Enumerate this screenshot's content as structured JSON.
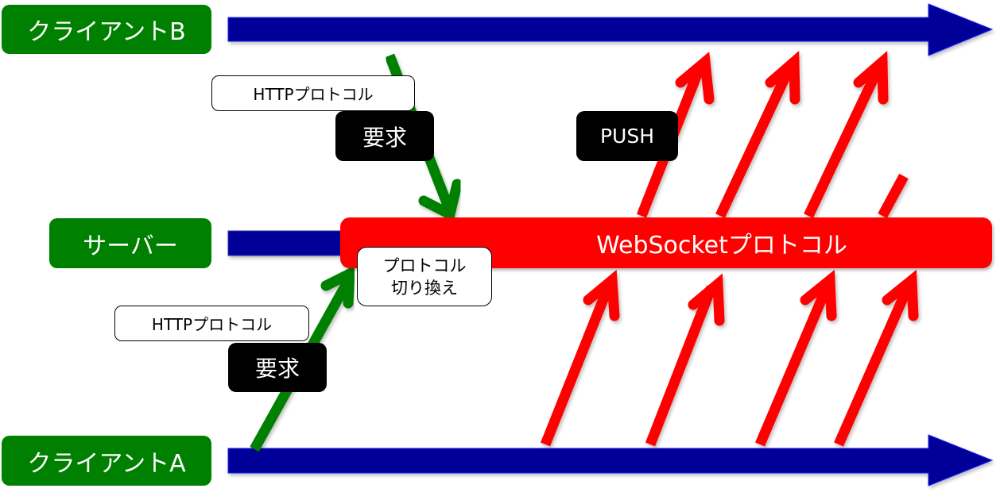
{
  "nodes": {
    "client_b": "クライアントB",
    "server": "サーバー",
    "client_a": "クライアントA"
  },
  "labels": {
    "http_top": "HTTPプロトコル",
    "request_top": "要求",
    "push": "PUSH",
    "websocket": "WebSocketプロトコル",
    "switch_line1": "プロトコル",
    "switch_line2": "切り換え",
    "http_bottom": "HTTPプロトコル",
    "request_bottom": "要求"
  },
  "colors": {
    "node": "#008000",
    "timeline": "#000099",
    "http_arrow": "#008000",
    "websocket": "#ff0000",
    "push_arrow": "#ff0000",
    "tag_dark": "#000000"
  },
  "flows": {
    "client_b_request": {
      "from": "client_b",
      "to": "server",
      "protocol": "HTTP"
    },
    "client_a_request": {
      "from": "client_a",
      "to": "server",
      "protocol": "HTTP"
    },
    "push_to_client_b_count": 4,
    "push_from_client_a_count": 4
  }
}
